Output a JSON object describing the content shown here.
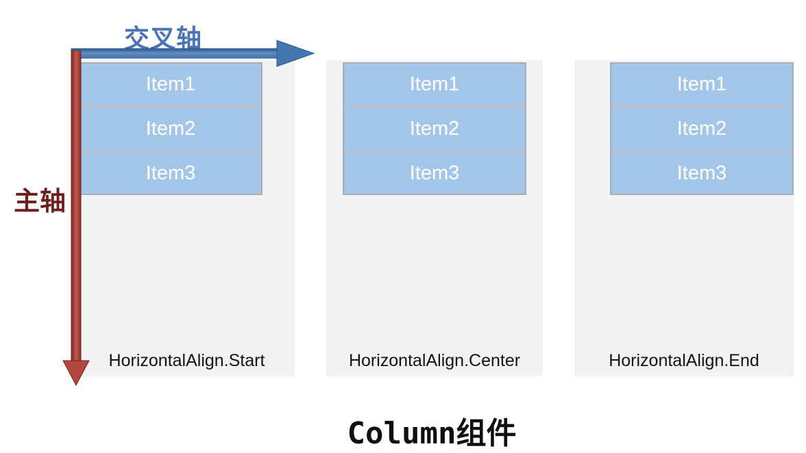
{
  "diagram": {
    "cross_axis": {
      "label": "交叉轴"
    },
    "main_axis": {
      "label": "主轴"
    },
    "title": "Column组件"
  },
  "panels": [
    {
      "alignment": "start",
      "alignment_label": "HorizontalAlign.Start",
      "items": [
        "Item1",
        "Item2",
        "Item3"
      ]
    },
    {
      "alignment": "center",
      "alignment_label": "HorizontalAlign.Center",
      "items": [
        "Item1",
        "Item2",
        "Item3"
      ]
    },
    {
      "alignment": "end",
      "alignment_label": "HorizontalAlign.End",
      "items": [
        "Item1",
        "Item2",
        "Item3"
      ]
    }
  ],
  "colors": {
    "cross_axis_text": "#4a74b4",
    "cross_axis_arrow": "#4a7ab5",
    "main_axis_text": "#6e1f1d",
    "main_axis_arrow": "#a8423c",
    "panel_background": "#f2f2f3",
    "item_box_fill": "#a3c6e8",
    "item_box_border": "#a6adb3",
    "item_separator": "#b3c2d3",
    "item_text": "#fbfdff",
    "alignment_label_text": "#141414",
    "title_text": "#0f0f0f"
  }
}
